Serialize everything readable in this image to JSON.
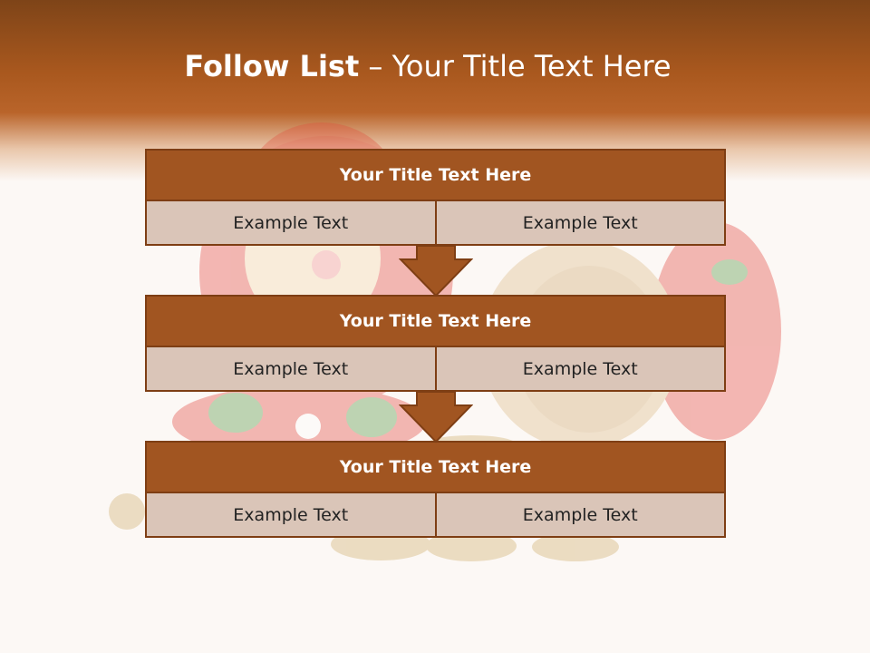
{
  "slide": {
    "title_bold": "Follow List",
    "title_rest": " – Your Title Text Here"
  },
  "blocks": [
    {
      "title": "Your Title Text Here",
      "cells": [
        "Example Text",
        "Example Text"
      ]
    },
    {
      "title": "Your Title Text Here",
      "cells": [
        "Example Text",
        "Example Text"
      ]
    },
    {
      "title": "Your Title Text Here",
      "cells": [
        "Example Text",
        "Example Text"
      ]
    }
  ],
  "colors": {
    "header_brown": "#a9581e",
    "block_title_fill": "#a15521",
    "block_border": "#7e3e14",
    "cell_fill": "#dac5b8"
  }
}
